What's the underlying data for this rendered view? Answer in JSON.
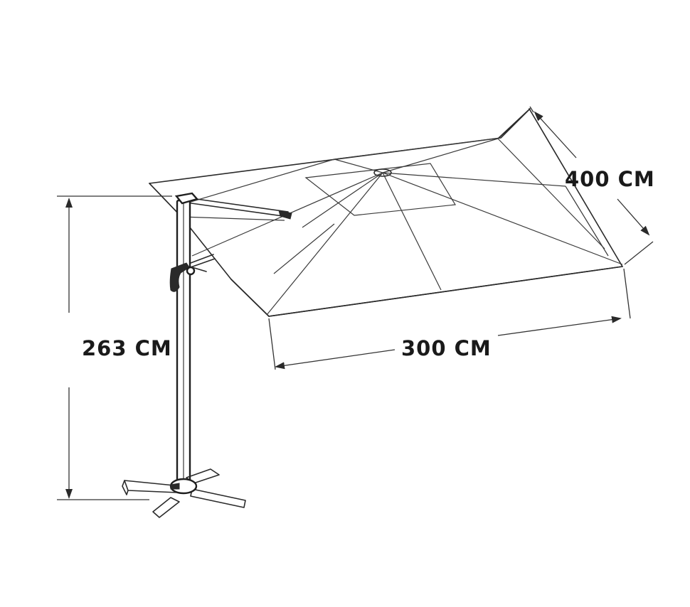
{
  "dimensions": {
    "height_label": "263 CM",
    "width_label": "300 CM",
    "depth_label": "400 CM"
  },
  "colors": {
    "line": "#2a2a2a",
    "background": "#ffffff"
  }
}
